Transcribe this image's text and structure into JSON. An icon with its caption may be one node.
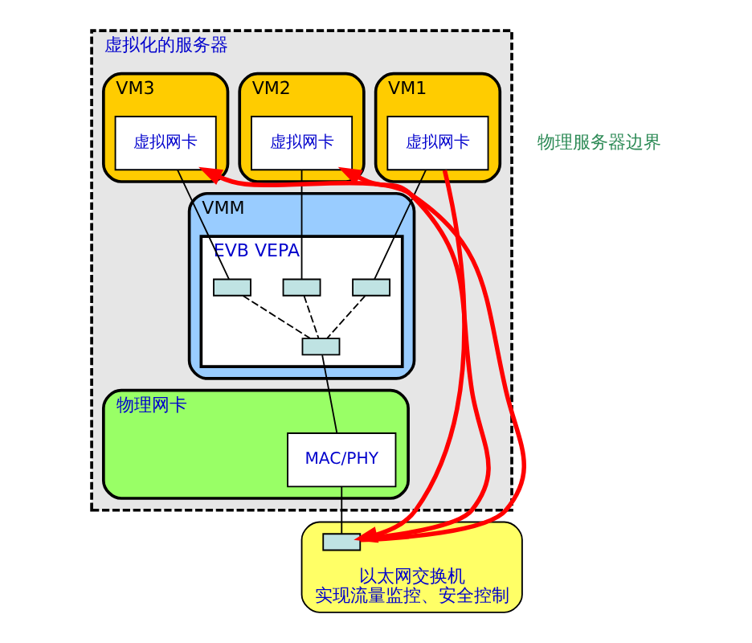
{
  "diagram": {
    "nodes": [
      {
        "text": [
          "虚拟化的服务器"
        ]
      },
      {
        "text": [
          "VM1"
        ],
        "in": 0
      },
      {
        "text": [
          "虚拟网卡"
        ],
        "in": 1
      },
      {
        "text": [
          "VM2"
        ],
        "in": 0
      },
      {
        "text": [
          "虚拟网卡"
        ],
        "in": 3
      },
      {
        "text": [
          "VM3"
        ],
        "in": 0
      },
      {
        "text": [
          "虚拟网卡"
        ],
        "in": 5
      },
      {
        "text": [
          "VMM"
        ],
        "in": 0
      },
      {
        "text": [
          "EVB VEPA"
        ],
        "in": 7
      },
      {
        "text": [],
        "shape": "box",
        "in": 8
      },
      {
        "text": [],
        "shape": "box",
        "in": 8
      },
      {
        "text": [],
        "shape": "box",
        "in": 8
      },
      {
        "text": [],
        "shape": "box",
        "in": 8
      },
      {
        "text": [
          "物理网卡"
        ],
        "in": 0
      },
      {
        "text": [
          "MAC/PHY"
        ],
        "in": 13
      },
      {
        "text": [
          "以太网交换机",
          "实现流量监控、安全控制"
        ]
      },
      {
        "text": [],
        "shape": "box",
        "in": 15
      }
    ],
    "edges": [
      {
        "from": 2,
        "to": 9,
        "arrow": "none"
      },
      {
        "from": 4,
        "to": 10,
        "arrow": "none"
      },
      {
        "from": 6,
        "to": 11,
        "arrow": "none"
      },
      {
        "from": 9,
        "to": 12,
        "arrow": "none",
        "style": "dashed"
      },
      {
        "from": 10,
        "to": 12,
        "arrow": "none",
        "style": "dashed"
      },
      {
        "from": 11,
        "to": 12,
        "arrow": "none",
        "style": "dashed"
      },
      {
        "from": 12,
        "to": 14,
        "arrow": "none"
      },
      {
        "from": 14,
        "to": 16,
        "arrow": "none"
      },
      {
        "from": 2,
        "to": 16,
        "arrow": "to",
        "style": "thick",
        "color": "#ff0000"
      },
      {
        "from": 16,
        "to": 4,
        "arrow": "to",
        "style": "thick",
        "color": "#ff0000"
      },
      {
        "from": 16,
        "to": 6,
        "arrow": "to",
        "style": "thick",
        "color": "#ff0000"
      }
    ],
    "labels": [
      "物理服务器边界"
    ]
  }
}
